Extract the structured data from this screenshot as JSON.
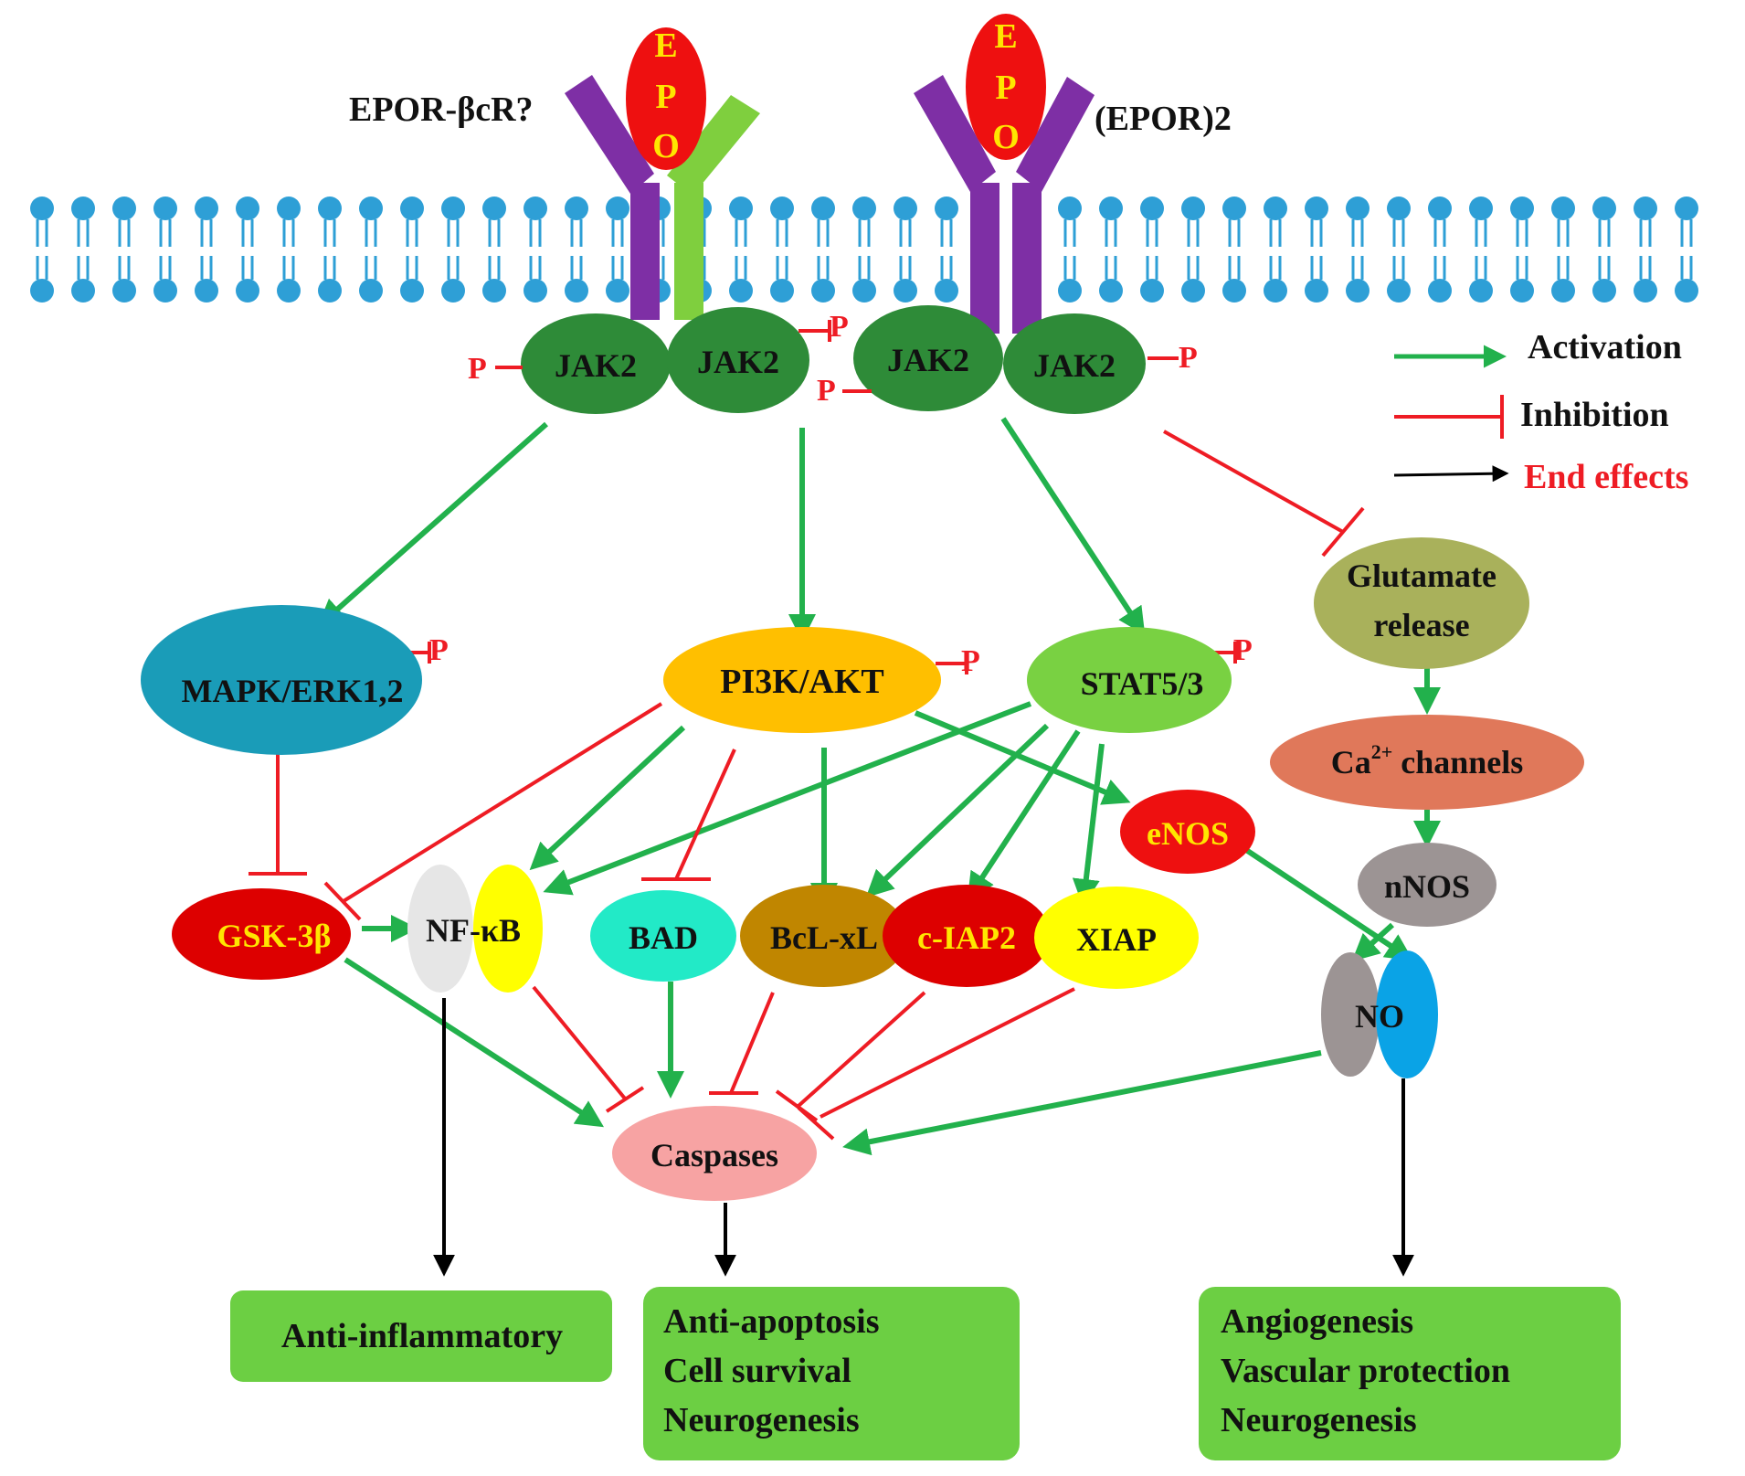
{
  "colors": {
    "activation": "#22b14c",
    "inhibition": "#ee1c24",
    "end_effect": "#000000",
    "membrane_head": "#2e9fd6",
    "receptor_purple": "#7e2fa5",
    "receptor_green": "#7fcf3e",
    "epo_fill": "#ee1010",
    "epo_text": "#ffe600",
    "phospho": "#ee1c24",
    "box_fill": "#6ccf43"
  },
  "receptors": {
    "left_label": "EPOR-βcR?",
    "right_label": "(EPOR)2",
    "epo_letters": [
      "E",
      "P",
      "O"
    ]
  },
  "jak": {
    "label": "JAK2",
    "phospho": "P"
  },
  "nodes": {
    "mapk": "MAPK/ERK1,2",
    "pi3k": "PI3K/AKT",
    "stat": "STAT5/3",
    "glutamate_line1": "Glutamate",
    "glutamate_line2": "release",
    "ca_main": "Ca",
    "ca_sup": "2+",
    "ca_rest": " channels",
    "nnos": "nNOS",
    "enos": "eNOS",
    "gsk": "GSK-3β",
    "nfkb": "NF-κB",
    "bad": "BAD",
    "bclxl": "BcL-xL",
    "ciap2": "c-IAP2",
    "xiap": "XIAP",
    "no": "NO",
    "caspases": "Caspases"
  },
  "legend": {
    "activation": "Activation",
    "inhibition": "Inhibition",
    "end_effects": "End effects"
  },
  "outcomes": {
    "left": "Anti-inflammatory",
    "middle": [
      "Anti-apoptosis",
      "Cell survival",
      "Neurogenesis"
    ],
    "right": [
      "Angiogenesis",
      "Vascular protection",
      "Neurogenesis"
    ]
  }
}
